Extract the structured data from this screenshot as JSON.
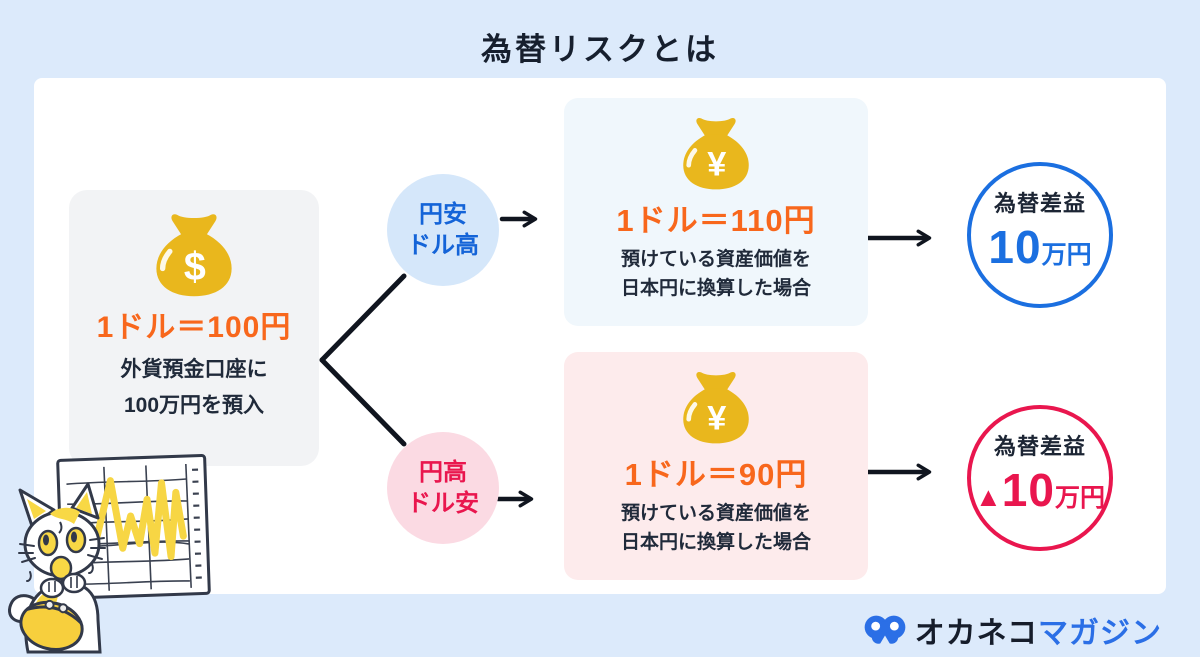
{
  "title": "為替リスクとは",
  "start": {
    "currency": "$",
    "rate": "1ドル＝100円",
    "desc_line1": "外貨預金口座に",
    "desc_line2": "100万円を預入"
  },
  "branches": [
    {
      "label_line1": "円安",
      "label_line2": "ドル高",
      "currency": "¥",
      "rate": "1ドル＝110円",
      "desc_line1": "預けている資産価値を",
      "desc_line2": "日本円に換算した場合",
      "result_label": "為替差益",
      "result_sign": "",
      "result_value": "10",
      "result_unit": "万円"
    },
    {
      "label_line1": "円高",
      "label_line2": "ドル安",
      "currency": "¥",
      "rate": "1ドル＝90円",
      "desc_line1": "預けている資産価値を",
      "desc_line2": "日本円に換算した場合",
      "result_label": "為替差益",
      "result_sign": "▲",
      "result_value": "10",
      "result_unit": "万円"
    }
  ],
  "logo": {
    "text_dark": "オカネコ",
    "text_blue": "マガジン"
  },
  "colors": {
    "background": "#DCEAFB",
    "panel": "#FFFFFF",
    "accent_orange": "#F8671C",
    "money_bag_gold": "#E9B71D",
    "result_blue": "#1B6FE0",
    "result_crimson": "#E9164E",
    "branch_blue_bg": "#D5E7FA",
    "branch_pink_bg": "#FBDAE3",
    "arrow_black": "#10151F",
    "text_dark": "#1C2534"
  }
}
